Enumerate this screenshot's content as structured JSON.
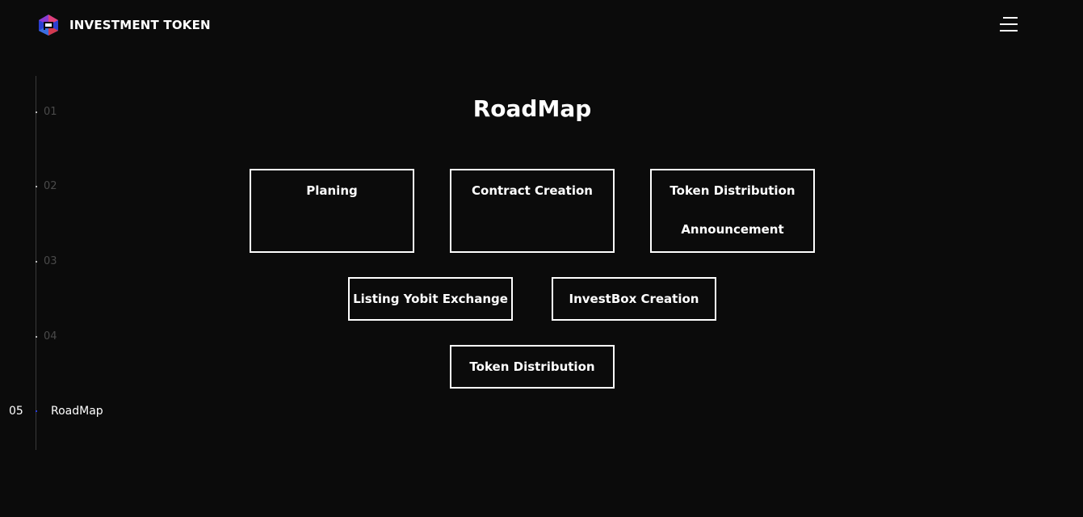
{
  "header": {
    "brand_name": "INVESTMENT TOKEN",
    "logo_icon": "hexagon-logo-icon",
    "menu_icon": "hamburger-menu-icon"
  },
  "colors": {
    "background": "#0b0b0b",
    "text": "#ffffff",
    "muted": "#4a4a4a",
    "accent": "#2a3dd6"
  },
  "side_nav": {
    "items": [
      {
        "number": "01",
        "label": ""
      },
      {
        "number": "02",
        "label": ""
      },
      {
        "number": "03",
        "label": ""
      },
      {
        "number": "04",
        "label": ""
      },
      {
        "number": "05",
        "label": "RoadMap",
        "active": true
      }
    ]
  },
  "main": {
    "title": "RoadMap",
    "cards": [
      {
        "lines": [
          "Planing"
        ]
      },
      {
        "lines": [
          "Contract Creation"
        ]
      },
      {
        "lines": [
          "Token Distribution",
          "Announcement"
        ]
      },
      {
        "lines": [
          "Listing Yobit Exchange"
        ]
      },
      {
        "lines": [
          "InvestBox Creation"
        ]
      },
      {
        "lines": [
          "Token Distribution"
        ]
      }
    ]
  }
}
